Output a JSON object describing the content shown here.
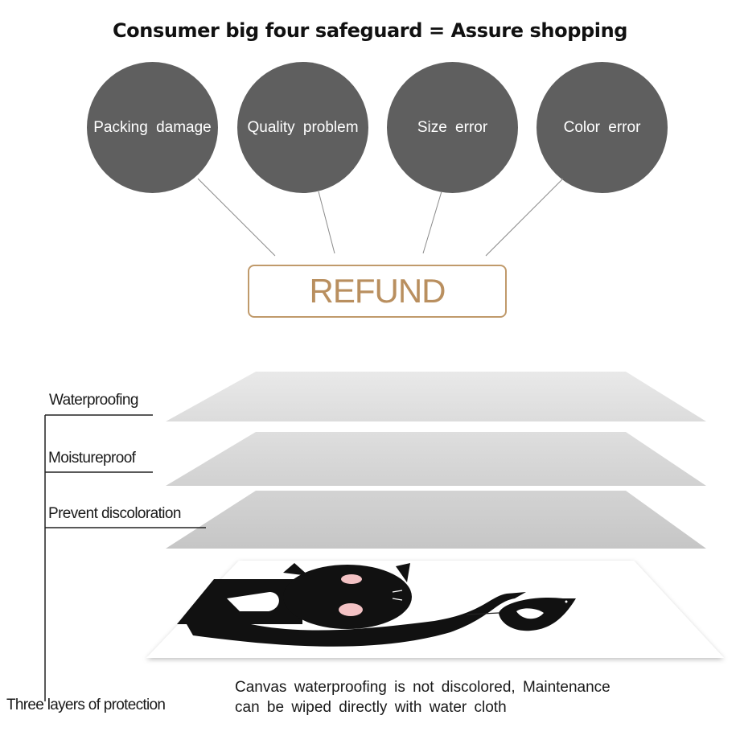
{
  "title": "Consumer big four safeguard = Assure shopping",
  "issues": [
    "Packing damage",
    "Quality problem",
    "Size error",
    "Color error"
  ],
  "refund_label": "REFUND",
  "colors": {
    "circle": "#5f5f5f",
    "refund": "#b98f5f",
    "refund_border": "#c09a6b"
  },
  "layers": {
    "labels": [
      "Waterproofing",
      "Moistureproof",
      "Prevent discoloration"
    ],
    "summary": "Three layers of protection"
  },
  "caption": {
    "line1": "Canvas waterproofing is not discolored, Maintenance",
    "line2": "can be wiped directly with water cloth"
  },
  "mat_graphic": "black-cat-and-bird-icon"
}
